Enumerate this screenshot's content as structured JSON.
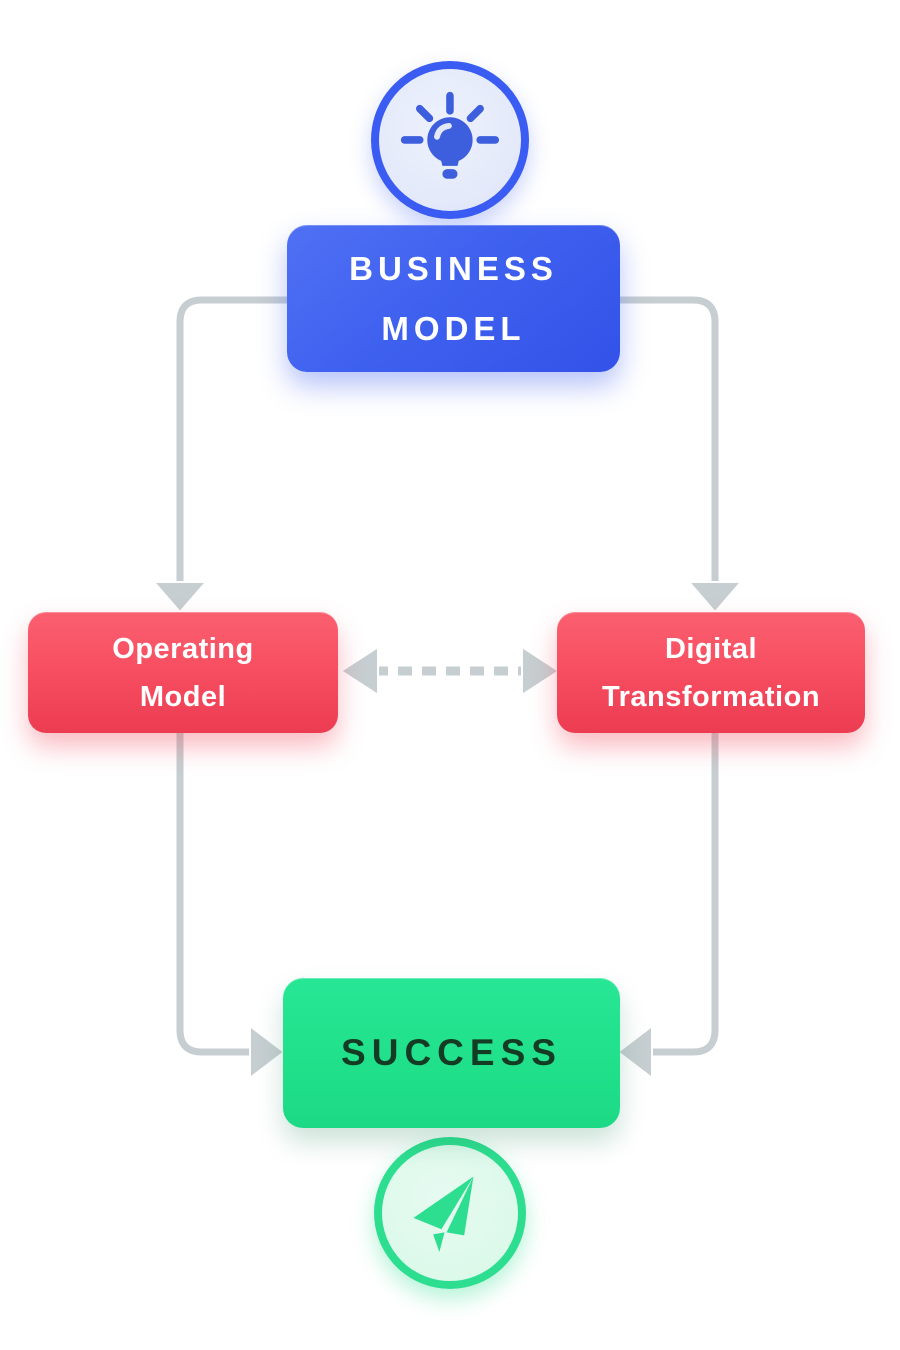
{
  "diagram": {
    "background": "#ffffff",
    "nodes": {
      "business_model": {
        "label": "BUSINESS MODEL",
        "fill": "#3f61ef",
        "text_color": "#ffffff"
      },
      "operating_model": {
        "label": "Operating Model",
        "fill": "#f84f62",
        "text_color": "#ffffff"
      },
      "digital_transformation": {
        "label": "Digital Transformation",
        "fill": "#f84f62",
        "text_color": "#ffffff"
      },
      "success": {
        "label": "SUCCESS",
        "fill": "#20e08a",
        "text_color": "#143c24"
      }
    },
    "icons": {
      "top": {
        "name": "lightbulb-icon",
        "ring_color": "#3a5cf3",
        "fill": "#e3e9fa",
        "glyph_color": "#3d5fdd"
      },
      "bottom": {
        "name": "paper-plane-icon",
        "ring_color": "#2ede90",
        "fill": "#dcf9ea",
        "glyph_color": "#2ede90"
      }
    },
    "connectors": {
      "color": "#c6ced1",
      "edges": [
        {
          "from": "business_model",
          "to": "operating_model",
          "style": "solid-elbow-arrow"
        },
        {
          "from": "business_model",
          "to": "digital_transformation",
          "style": "solid-elbow-arrow"
        },
        {
          "from": "operating_model",
          "to": "digital_transformation",
          "style": "dashed-double-arrow"
        },
        {
          "from": "operating_model",
          "to": "success",
          "style": "solid-elbow-arrow"
        },
        {
          "from": "digital_transformation",
          "to": "success",
          "style": "solid-elbow-arrow"
        }
      ]
    }
  }
}
